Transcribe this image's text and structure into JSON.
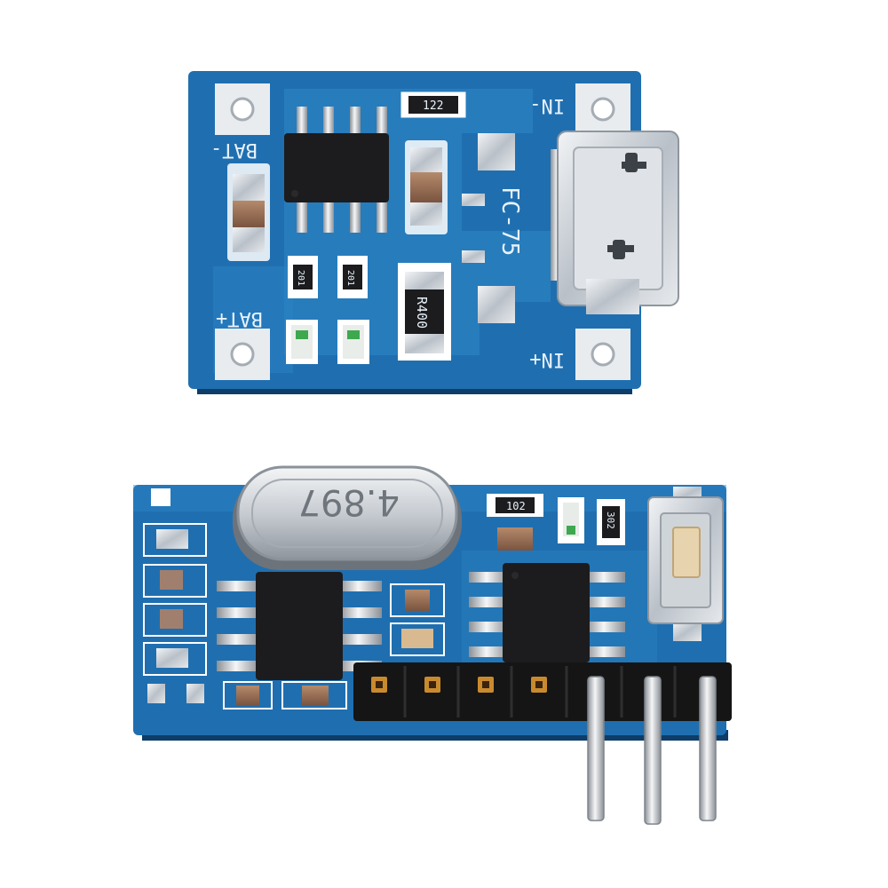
{
  "top_board": {
    "pin_labels": {
      "bat_minus": "BAT-",
      "bat_plus": "BAT+",
      "in_minus": "IN-",
      "in_plus": "IN+"
    },
    "board_id": "FC-75",
    "resistor_labels": [
      "122",
      "201",
      "201",
      "R400"
    ]
  },
  "bottom_board": {
    "crystal_label": "4.897",
    "resistor_labels": [
      "102",
      "302"
    ]
  },
  "colors": {
    "pcb_blue": "#1f6fb0",
    "pcb_dark": "#134c83",
    "copper_trace": "#2d86c7",
    "silver": "#c9cfd6",
    "chip_black": "#1c1c1e",
    "header_black": "#151515",
    "gold_pin": "#c98a2e",
    "background": "#ffffff"
  },
  "icons": {
    "usb": "micro-usb-connector-icon",
    "button": "tactile-switch-icon"
  }
}
